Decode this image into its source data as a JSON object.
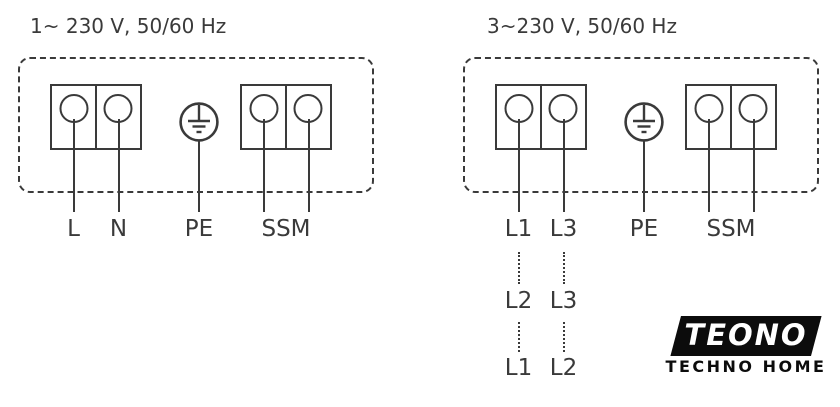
{
  "colors": {
    "line": "#3a3a3a",
    "background": "#ffffff",
    "logo_bg": "#0c0c0c",
    "logo_text": "#ffffff"
  },
  "diagrams": [
    {
      "title": "1~ 230 V, 50/60 Hz",
      "terminal_labels": [
        "L",
        "N"
      ],
      "pe_label": "PE",
      "ssm_label": "SSM"
    },
    {
      "title": "3~230 V, 50/60 Hz",
      "terminal_labels": [
        "L1",
        "L3"
      ],
      "pe_label": "PE",
      "ssm_label": "SSM",
      "phase_swap_rows": [
        [
          "L2",
          "L3"
        ],
        [
          "L1",
          "L2"
        ]
      ]
    }
  ],
  "logo": {
    "brand": "TEONO",
    "subtitle": "TECHNO HOME"
  }
}
